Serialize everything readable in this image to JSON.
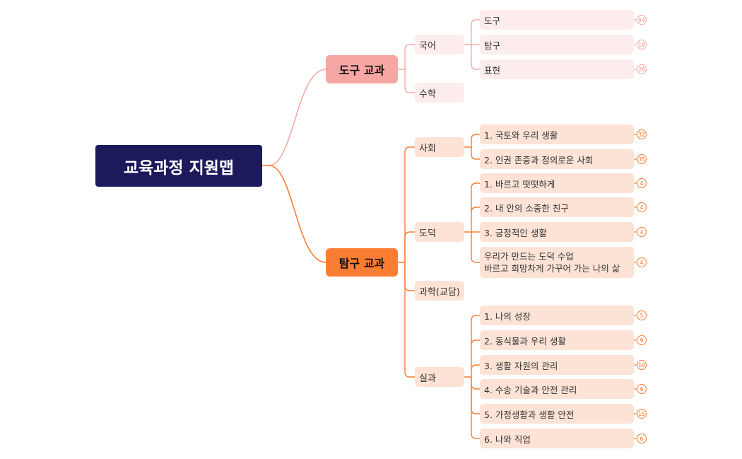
{
  "colors": {
    "root_bg": "#1c1a5a",
    "branch_tool": "#f7a7a3",
    "branch_inquiry": "#fa7d32",
    "leaf_pink": "#fdecec",
    "leaf_peach": "#fde3d6"
  },
  "root": {
    "title": "교육과정 지원맵"
  },
  "branches": [
    {
      "label": "도구 교과",
      "subjects": [
        {
          "label": "국어",
          "items": [
            {
              "label": "도구",
              "count": "54"
            },
            {
              "label": "탐구",
              "count": "18"
            },
            {
              "label": "표현",
              "count": "28"
            }
          ]
        },
        {
          "label": "수학",
          "items": []
        }
      ]
    },
    {
      "label": "탐구 교과",
      "subjects": [
        {
          "label": "사회",
          "items": [
            {
              "label": "1. 국토와 우리 생활",
              "count": "32"
            },
            {
              "label": "2. 인권 존중과 정의로운 사회",
              "count": "35"
            }
          ]
        },
        {
          "label": "도덕",
          "items": [
            {
              "label": "1. 바르고 떳떳하게",
              "count": "4"
            },
            {
              "label": "2. 내 안의 소중한 친구",
              "count": "4"
            },
            {
              "label": "3. 긍정적인 생활",
              "count": "4"
            },
            {
              "label": "우리가 만드는 도덕 수업\n바르고 희망차게 가꾸어 가는 나의 삶",
              "count": "4"
            }
          ]
        },
        {
          "label": "과학(교담)",
          "items": []
        },
        {
          "label": "실과",
          "items": [
            {
              "label": "1. 나의 성장",
              "count": "5"
            },
            {
              "label": "2. 동식물과 우리 생활",
              "count": "9"
            },
            {
              "label": "3. 생활 자원의 관리",
              "count": "10"
            },
            {
              "label": "4. 수송 기술과 안전 관리",
              "count": "6"
            },
            {
              "label": "5. 가정생활과 생활 안전",
              "count": "15"
            },
            {
              "label": "6. 나와 직업",
              "count": "6"
            }
          ]
        }
      ]
    }
  ]
}
